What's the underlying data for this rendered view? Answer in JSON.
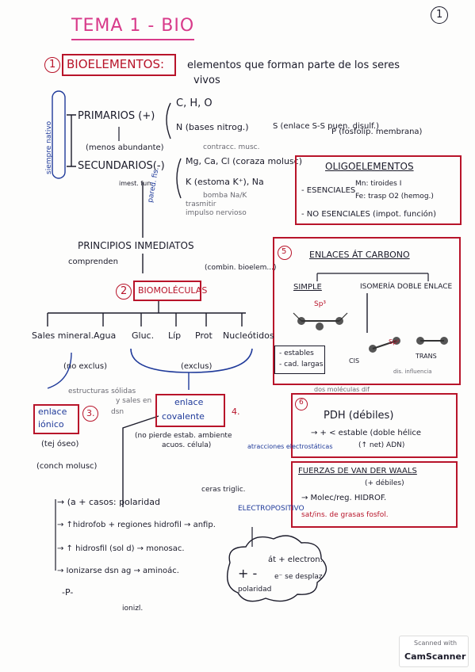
{
  "header": {
    "title": "TEMA 1 - BIO",
    "page_number": "1"
  },
  "s1": {
    "number": "1",
    "heading": "BIOELEMENTOS:",
    "def_1": "elementos que forman parte de los seres",
    "def_2": "vivos",
    "side_label": "siempre nativo",
    "primarios": "PRIMARIOS (+)",
    "primarios_el": "C, H, O",
    "primarios_el2": "N (bases nitrog.)",
    "primarios_el3": "S (enlace S-S puen. disulf.)",
    "primarios_el4": "P (fosfolíp. membrana)",
    "primarios_note": "(menos abundante)",
    "contraction_note": "contracc. musc.",
    "secundarios": "SECUNDARIOS(-)",
    "sec_el1": "Mg, Ca, Cl (coraza molusc)",
    "sec_el2": "K (estoma K⁺), Na",
    "sec_note1": "bomba Na/K",
    "sec_note2": "trasmitir",
    "sec_note3": "impulso nervioso",
    "small_note": "imest. fun.",
    "rotated_label": "pared. fis."
  },
  "oligo": {
    "heading": "OLIGOELEMENTOS",
    "esenciales": "- ESENCIALES",
    "ese_d1": "Mn: tiroides  I",
    "ese_d2": "Fe: trasp O2 (hemog.)",
    "no_esenciales": "- NO ESENCIALES (impot. función)"
  },
  "s2": {
    "principios": "PRINCIPIOS INMEDIATOS",
    "comprenden": "comprenden",
    "combin": "(combin. bioelem...)",
    "number": "2",
    "heading": "BIOMOLÉCULAS",
    "leaf_sales": "Sales mineral.",
    "leaf_agua": "Agua",
    "leaf_gluc": "Gluc.",
    "leaf_lip": "Líp",
    "leaf_prot": "Prot",
    "leaf_nucl": "Nucleótidos",
    "no_exclus": "(no exclus)",
    "exclus": "(exclus)"
  },
  "s3": {
    "ionico_1": "enlace",
    "ionico_2": "iónico",
    "number": "3.",
    "estruct_1": "estructuras sólidas",
    "estruct_2": "y sales en",
    "estruct_3": "dsn",
    "tejido": "(tej óseo)",
    "concha": "(conch molusc)"
  },
  "s4": {
    "cov_1": "enlace",
    "cov_2": "covalente",
    "number": "4.",
    "note_1": "(no pierde estab. ambiente",
    "note_2": "acuos. célula)",
    "c1": "→ (a + casos: polaridad",
    "c1_note": "ceras triglic.",
    "c2": "→ ↑hidrofob + regiones hidrofil → anfip.",
    "electropos": "ELECTROPOSITIVO",
    "c3": "→ ↑ hidrosfil (sol d) → monosac.",
    "c4": "→ Ionizarse dsn ag → aminoác.",
    "phosphate": "-P-",
    "phosphate_note": "ionizl.",
    "cloud_pm": "+ -",
    "cloud_pol": "polaridad",
    "cloud_at": "át + electron.",
    "cloud_e": "e⁻ se desplaz"
  },
  "s5": {
    "number": "5",
    "heading": "ENLACES ÁT CARBONO",
    "simple": "SIMPLE",
    "isomeria": "ISOMERÍA DOBLE ENLACE",
    "sp3": "Sp³",
    "sp2": "Sp²",
    "estables": "- estables",
    "cad_largas": "- cad. largas",
    "cis": "CIS",
    "trans": "TRANS",
    "iso_note": "dis. influencia"
  },
  "s6": {
    "top_note": "dos moléculas dif",
    "number": "6",
    "heading": "PDH (débiles)",
    "line_1": "→ + < estable (doble hélice",
    "line_2": "(↑ net)  ADN)",
    "atracciones": "atracciones electrostáticas"
  },
  "s7": {
    "heading": "FUERZAS DE VAN DER WAALS",
    "sub": "(+ débiles)",
    "line_1": "→ Molec/reg. HIDROF.",
    "line_2": "sat/ins. de grasas  fosfol."
  },
  "footer": {
    "scanned": "Scanned with",
    "brand": "CamScanner"
  }
}
